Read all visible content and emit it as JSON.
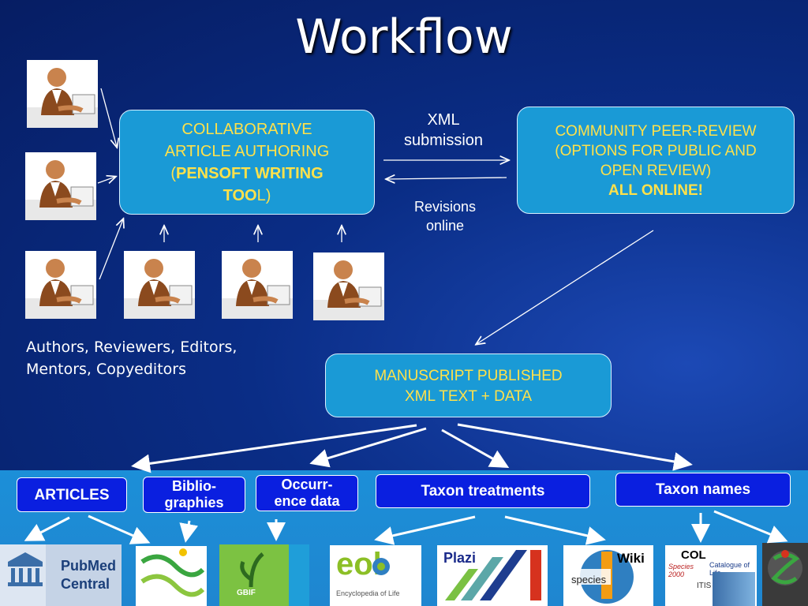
{
  "title": "Workflow",
  "authoring_box": {
    "line1": "COLLABORATIVE",
    "line2": "ARTICLE AUTHORING",
    "line3_open": "(",
    "line3_bold": "PENSOFT WRITING",
    "line4_bold": "TOO",
    "line4_rest": "L)"
  },
  "review_box": {
    "line1": "COMMUNITY PEER-REVIEW",
    "line2": "(OPTIONS FOR PUBLIC AND",
    "line3": "OPEN REVIEW)",
    "line4": "ALL ONLINE!"
  },
  "published_box": {
    "line1": "MANUSCRIPT PUBLISHED",
    "line2": "XML TEXT + DATA"
  },
  "xml_submission": [
    "XML",
    "submission"
  ],
  "revisions_online": [
    "Revisions",
    "online"
  ],
  "roles": [
    "Authors, Reviewers, Editors,",
    "Mentors, Copyeditors"
  ],
  "outputs": {
    "articles": "ARTICLES",
    "bibliographies": [
      "Biblio-",
      "graphies"
    ],
    "occurrence": [
      "Occurr-",
      "ence data"
    ],
    "taxon_treatments": "Taxon treatments",
    "taxon_names": "Taxon names"
  },
  "logos": {
    "pubmed": [
      "PubMed",
      "Central"
    ],
    "gbif": "GBIF",
    "eol": [
      "eol",
      "Encyclopedia of Life"
    ],
    "plazi": "Plazi",
    "wikispecies": [
      "Wiki",
      "species"
    ],
    "col": [
      "COL",
      "Species 2000",
      "Catalogue of Life",
      "ITIS"
    ]
  },
  "colors": {
    "box_fill": "#1a9ad6",
    "box_text": "#ffe14a",
    "pill_fill": "#0a1fe0",
    "stripe": "#1c8fd8"
  }
}
